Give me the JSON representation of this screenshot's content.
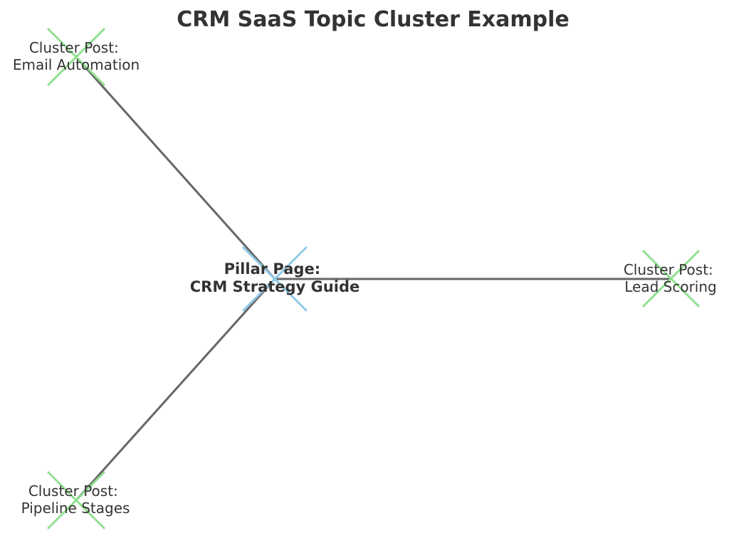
{
  "diagram": {
    "title": "CRM SaaS Topic Cluster Example",
    "pillar": {
      "lines": [
        "Pillar Page:",
        "CRM Strategy Guide"
      ],
      "color": "#8ecae6"
    },
    "clusters": [
      {
        "id": "email-automation",
        "lines": [
          "Cluster Post:",
          "Email Automation"
        ]
      },
      {
        "id": "lead-scoring",
        "lines": [
          "Cluster Post:",
          "Lead Scoring"
        ]
      },
      {
        "id": "pipeline-stages",
        "lines": [
          "Cluster Post:",
          "Pipeline Stages"
        ]
      }
    ],
    "cluster_color": "#90e090",
    "edge_color": "#666666"
  }
}
